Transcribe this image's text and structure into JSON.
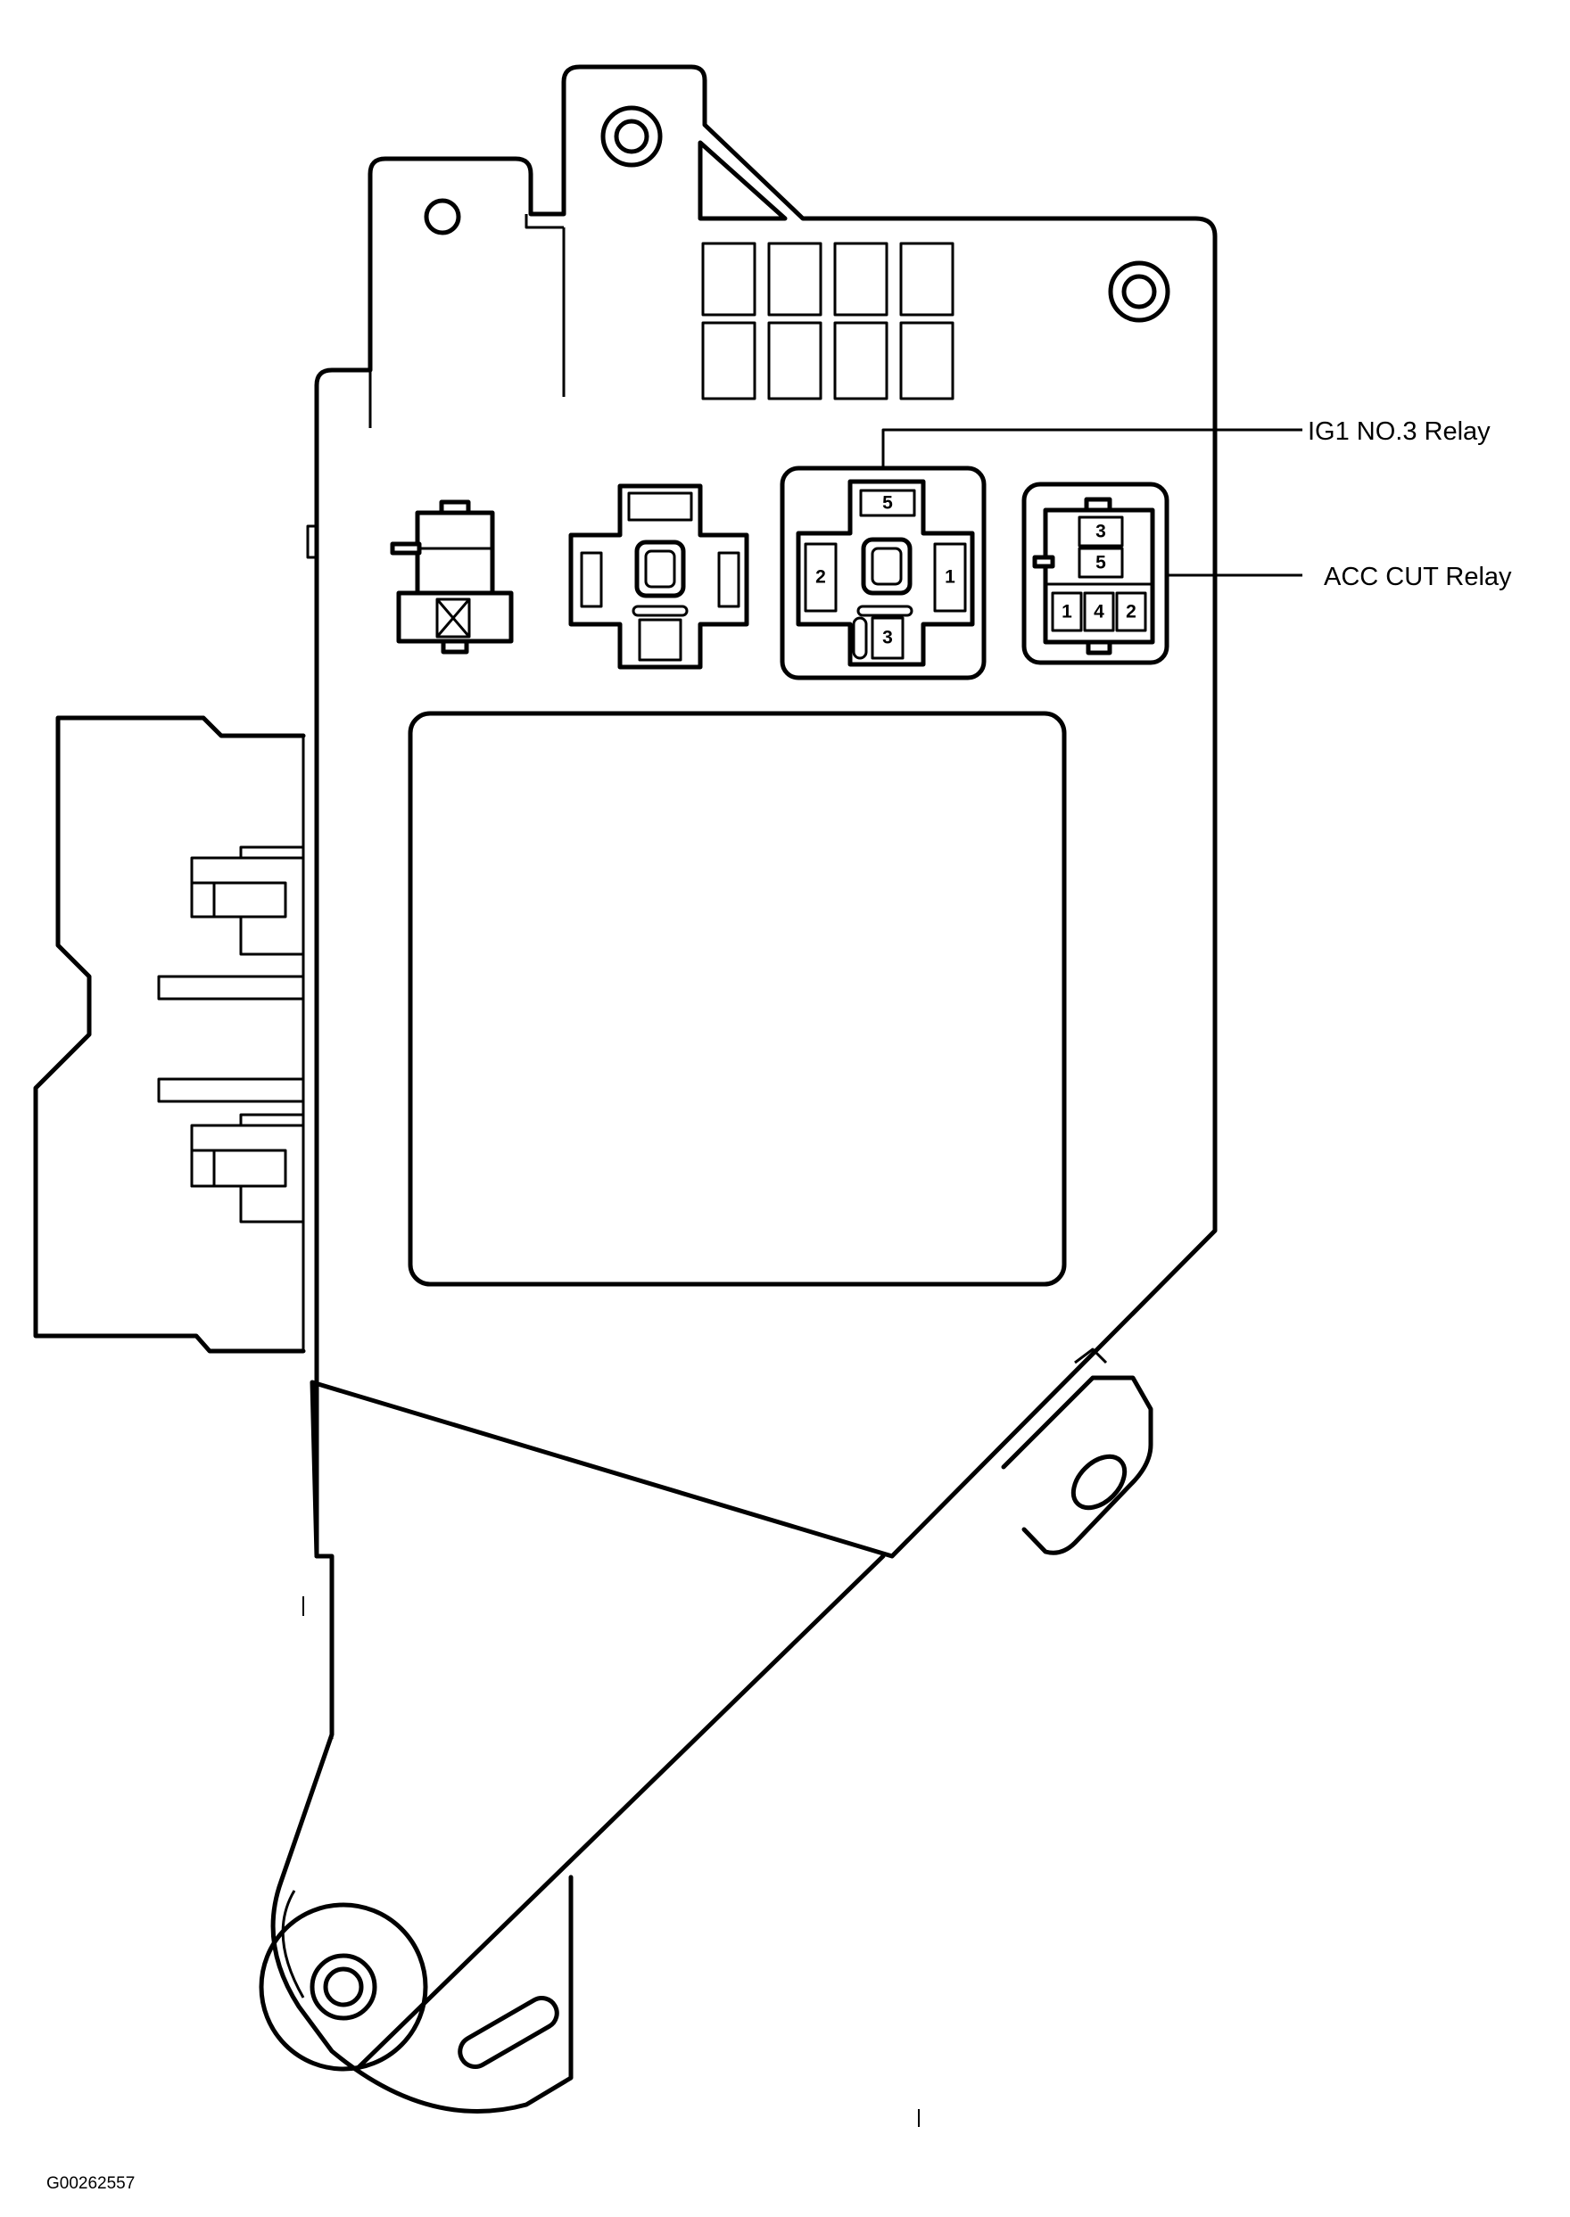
{
  "callouts": {
    "ig1_relay": "IG1 NO.3 Relay",
    "acc_cut_relay": "ACC CUT Relay"
  },
  "ig1_relay_pins": {
    "top": "5",
    "left": "2",
    "right": "1",
    "bottom": "3"
  },
  "acc_cut_relay_pins": {
    "top": "3",
    "middle": "5",
    "bottom_left": "1",
    "bottom_center": "4",
    "bottom_right": "2"
  },
  "figure_code": "G00262557",
  "colors": {
    "line": "#000000",
    "background": "#ffffff"
  }
}
